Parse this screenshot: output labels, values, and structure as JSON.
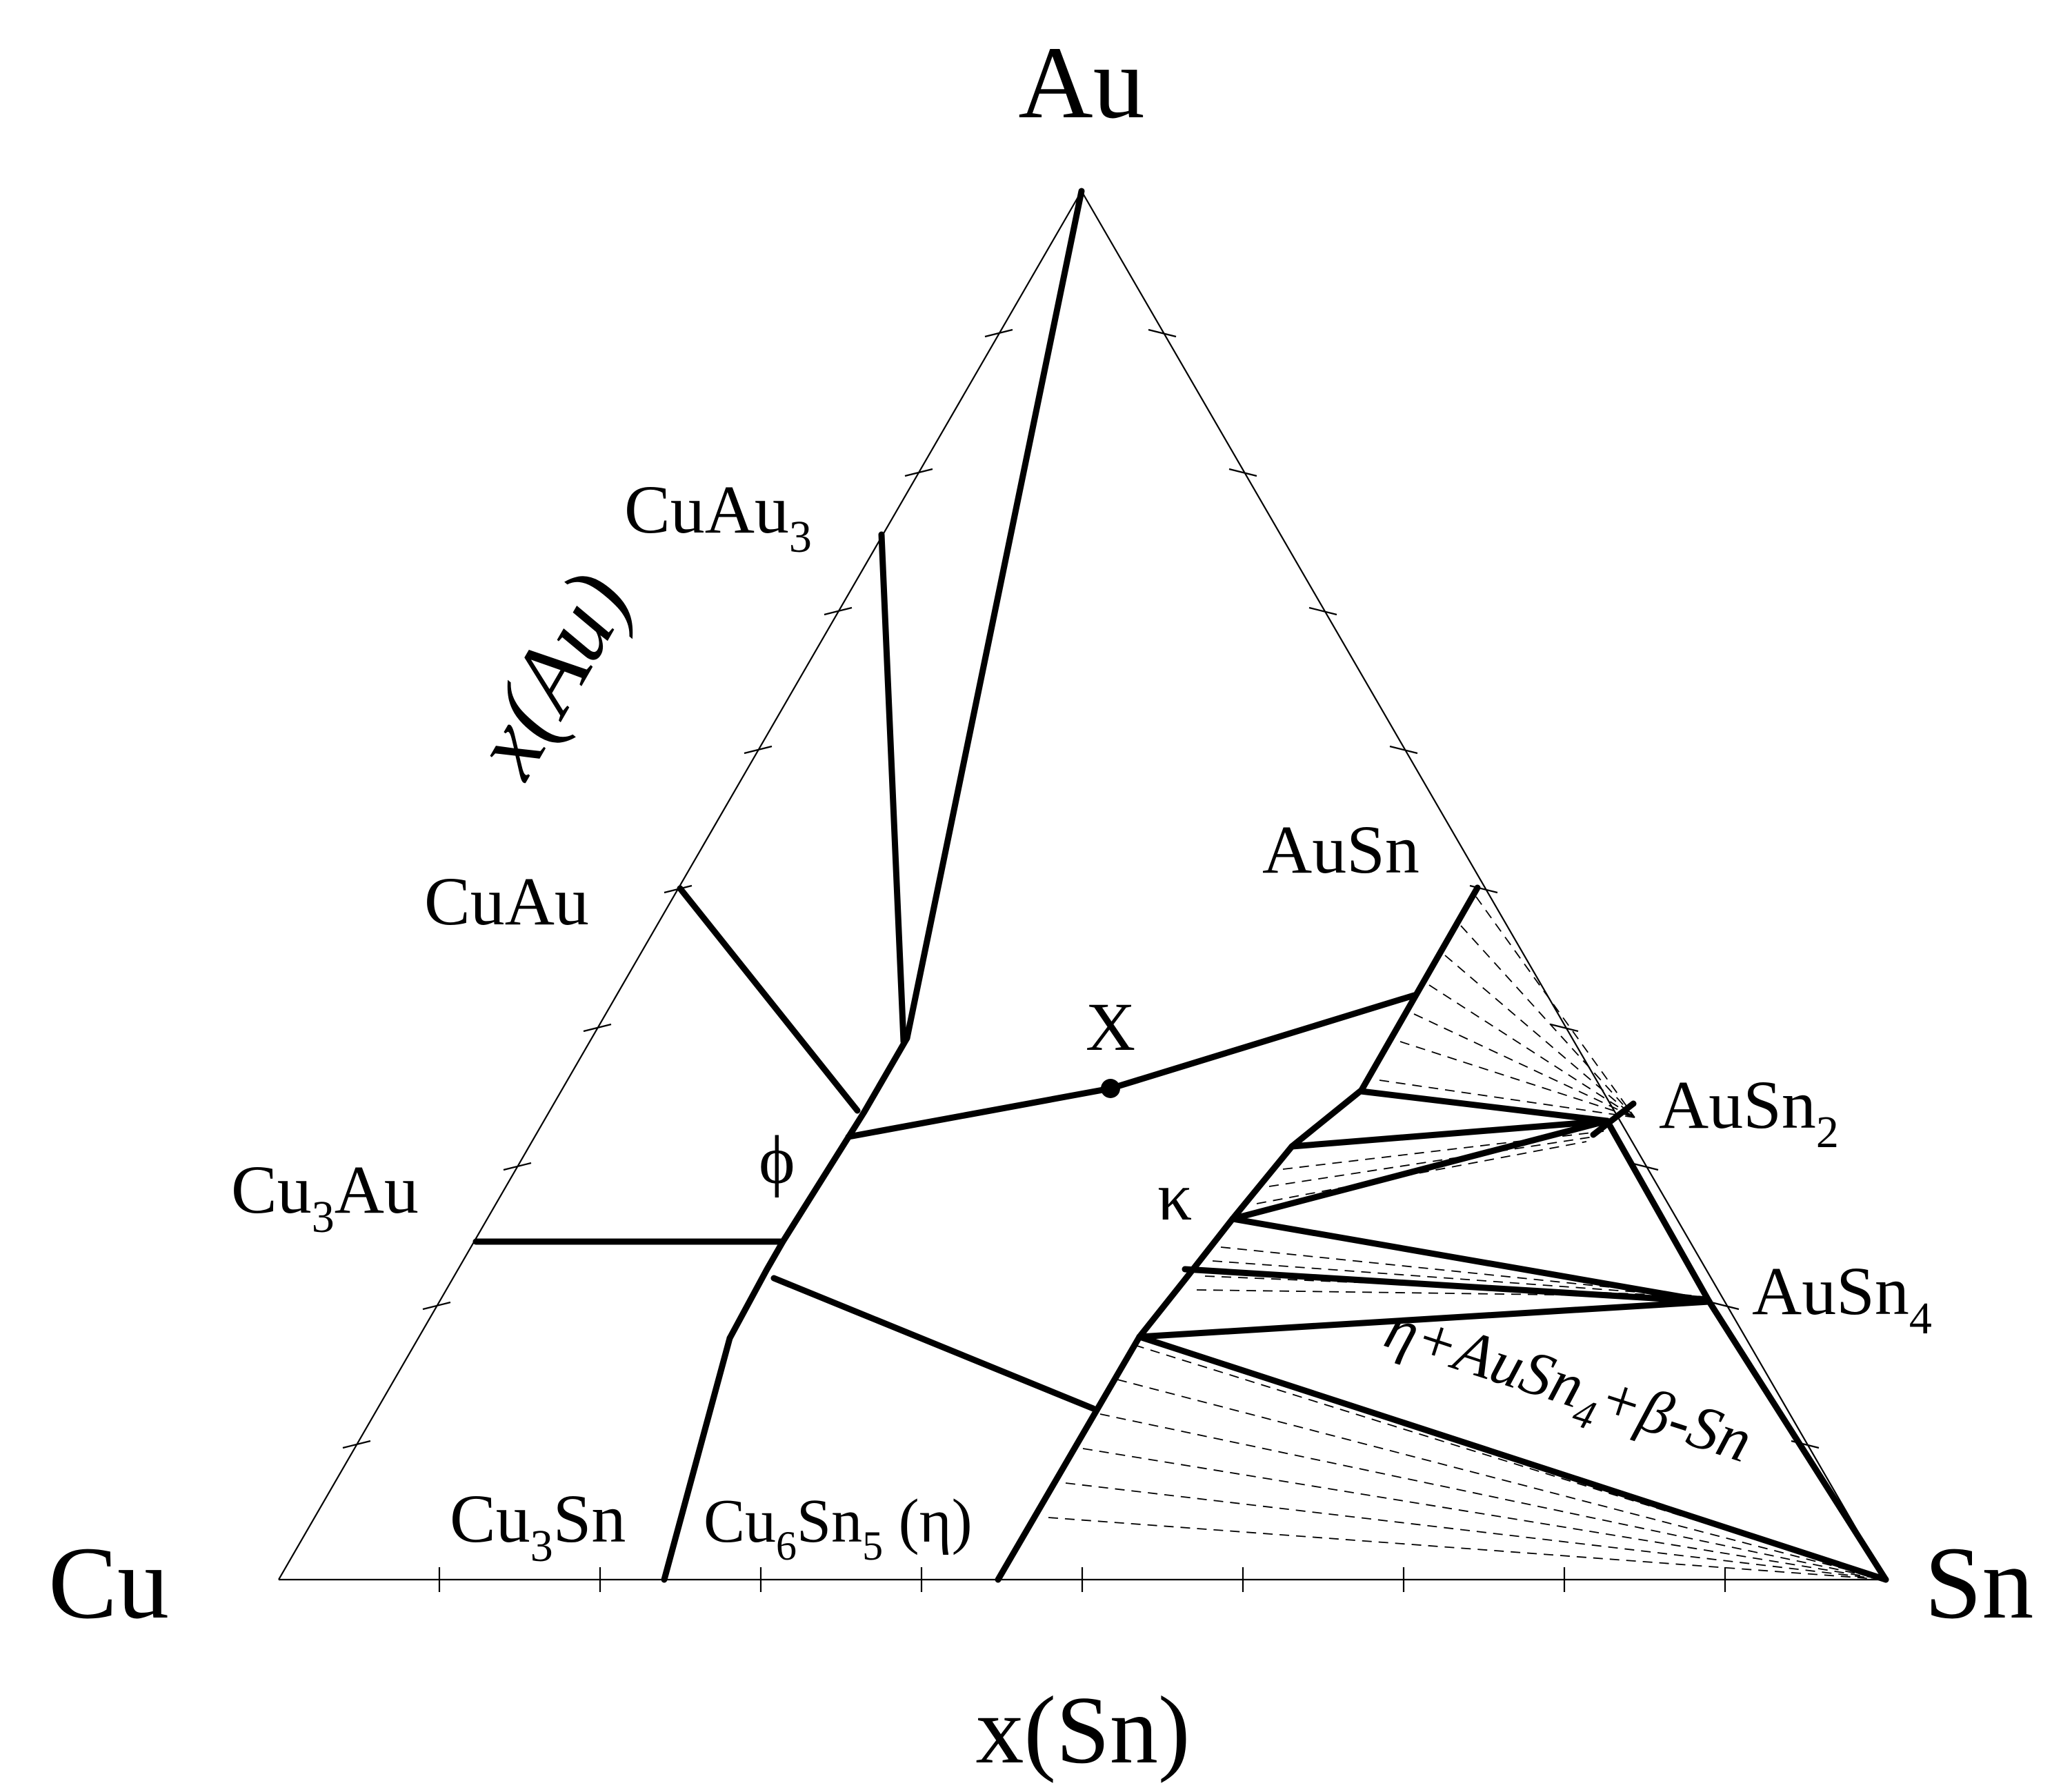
{
  "vertices": {
    "top": "Au",
    "left": "Cu",
    "right": "Sn"
  },
  "axes": {
    "bottom": "x(Sn)",
    "left": "x(Au)"
  },
  "phases": {
    "cuau3": "CuAu",
    "cuau3_sub": "3",
    "cuau": "CuAu",
    "cu3au_a": "Cu",
    "cu3au_sub": "3",
    "cu3au_b": "Au",
    "cu3sn_a": "Cu",
    "cu3sn_sub": "3",
    "cu3sn_b": "Sn",
    "cu6sn5_a": "Cu",
    "cu6sn5_sub1": "6",
    "cu6sn5_b": "Sn",
    "cu6sn5_sub2": "5",
    "cu6sn5_c": " (η)",
    "ausn": "AuSn",
    "ausn2_a": "AuSn",
    "ausn2_sub": "2",
    "ausn4_a": "AuSn",
    "ausn4_sub": "4",
    "phi": "ϕ",
    "kappa": "κ",
    "point_x": "X",
    "region_a": "η+AuSn",
    "region_sub": "4",
    "region_b": "+β-Sn"
  }
}
